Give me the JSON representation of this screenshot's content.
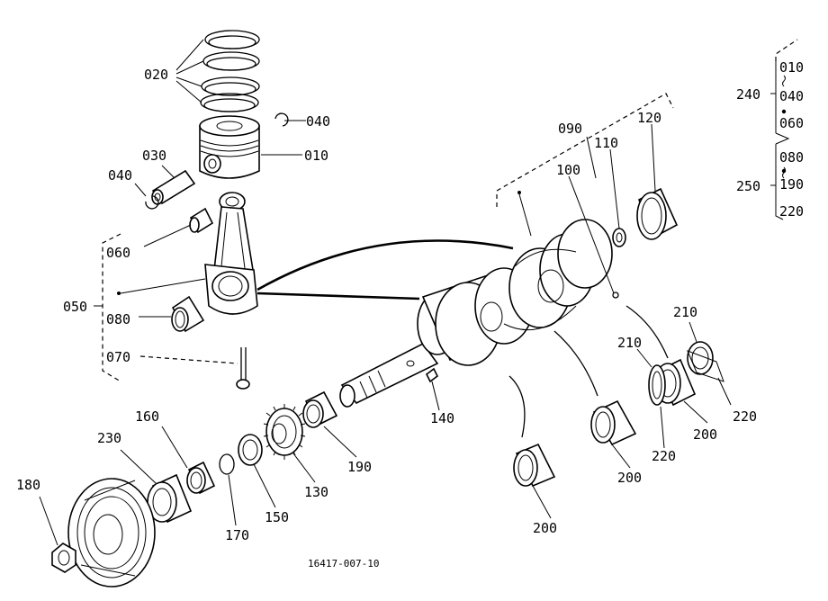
{
  "figure_id": "16417-007-10",
  "callouts": [
    {
      "id": "c010a",
      "text": "010"
    },
    {
      "id": "c020",
      "text": "020"
    },
    {
      "id": "c030",
      "text": "030"
    },
    {
      "id": "c040a",
      "text": "040"
    },
    {
      "id": "c040b",
      "text": "040"
    },
    {
      "id": "c050",
      "text": "050"
    },
    {
      "id": "c060a",
      "text": "060"
    },
    {
      "id": "c070",
      "text": "070"
    },
    {
      "id": "c080a",
      "text": "080"
    },
    {
      "id": "c090",
      "text": "090"
    },
    {
      "id": "c100",
      "text": "100"
    },
    {
      "id": "c110",
      "text": "110"
    },
    {
      "id": "c120",
      "text": "120"
    },
    {
      "id": "c130",
      "text": "130"
    },
    {
      "id": "c140",
      "text": "140"
    },
    {
      "id": "c150",
      "text": "150"
    },
    {
      "id": "c160",
      "text": "160"
    },
    {
      "id": "c170",
      "text": "170"
    },
    {
      "id": "c180",
      "text": "180"
    },
    {
      "id": "c190",
      "text": "190"
    },
    {
      "id": "c200a",
      "text": "200"
    },
    {
      "id": "c200b",
      "text": "200"
    },
    {
      "id": "c200c",
      "text": "200"
    },
    {
      "id": "c210a",
      "text": "210"
    },
    {
      "id": "c210b",
      "text": "210"
    },
    {
      "id": "c220a",
      "text": "220"
    },
    {
      "id": "c220b",
      "text": "220"
    },
    {
      "id": "c230",
      "text": "230"
    }
  ],
  "kits": [
    {
      "label": "240",
      "items": [
        "010",
        "040",
        "060"
      ]
    },
    {
      "label": "250",
      "items": [
        "080",
        "190",
        "220"
      ]
    }
  ]
}
